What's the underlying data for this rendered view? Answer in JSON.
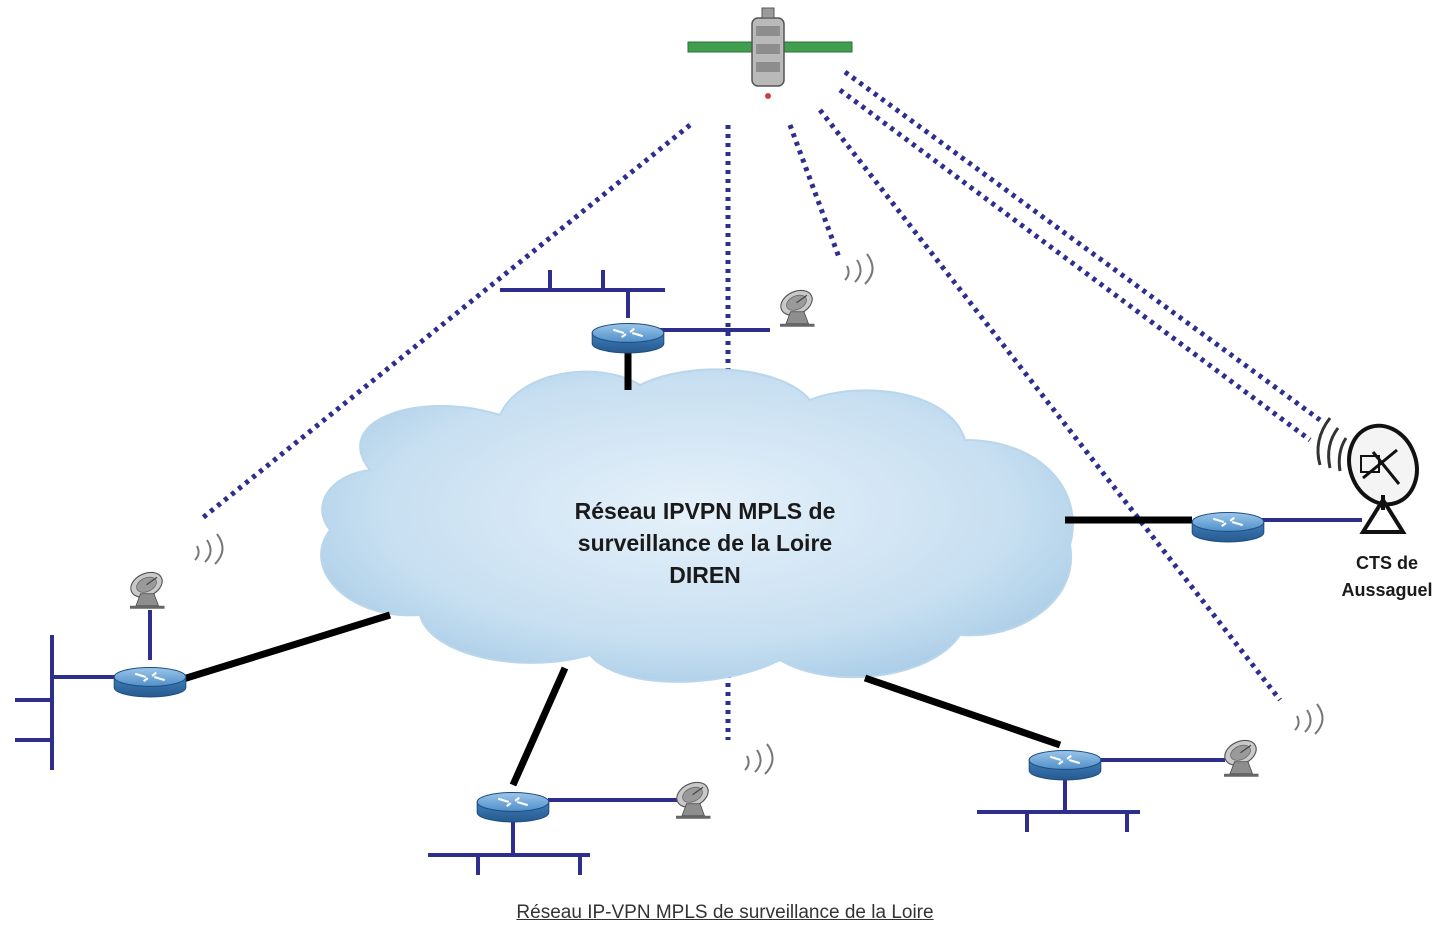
{
  "cloud": {
    "line1": "Réseau IPVPN MPLS de",
    "line2": "surveillance de la Loire",
    "line3": "DIREN"
  },
  "cts": {
    "line1": "CTS de",
    "line2": "Aussaguel"
  },
  "caption": "Réseau IP-VPN MPLS de surveillance de la Loire",
  "colors": {
    "link_blue": "#2e2e8e",
    "backbone_black": "#000000",
    "cloud_fill": "#cde3f2",
    "router_blue": "#4f8fc9",
    "satellite_panel": "#3f9f4f"
  },
  "icons": [
    "satellite-icon",
    "router-icon",
    "dish-antenna-icon",
    "signal-waves-icon",
    "cloud-icon"
  ]
}
